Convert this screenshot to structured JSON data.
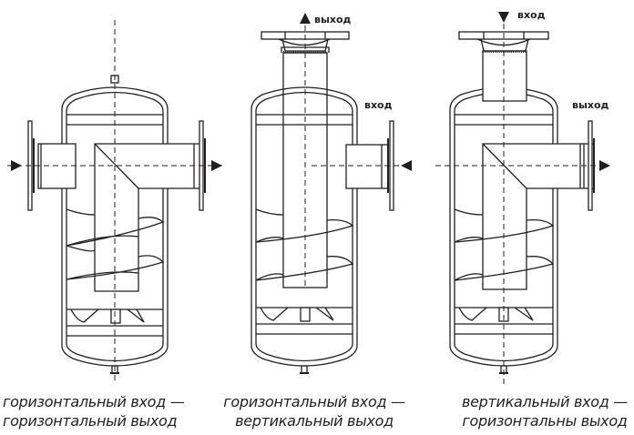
{
  "figure": {
    "colors": {
      "line": "#231f20",
      "background": "#ffffff"
    },
    "separators": [
      {
        "id": "horizontal-in-horizontal-out",
        "caption_line1": "горизонтальный вход —",
        "caption_line2": "горизонтальный выход",
        "inlet": {
          "direction": "horizontal",
          "side": "left",
          "label": ""
        },
        "outlet": {
          "direction": "horizontal",
          "side": "right",
          "label": ""
        }
      },
      {
        "id": "horizontal-in-vertical-out",
        "caption_line1": "горизонтальный вход —",
        "caption_line2": "вертикальный выход",
        "inlet": {
          "direction": "horizontal",
          "side": "right",
          "label": "вход"
        },
        "outlet": {
          "direction": "vertical",
          "side": "top",
          "label": "выход"
        }
      },
      {
        "id": "vertical-in-horizontal-out",
        "caption_line1": "вертикальный вход —",
        "caption_line2": "горизонтальны выход",
        "inlet": {
          "direction": "vertical",
          "side": "top",
          "label": "вход"
        },
        "outlet": {
          "direction": "horizontal",
          "side": "right",
          "label": "выход"
        }
      }
    ]
  }
}
